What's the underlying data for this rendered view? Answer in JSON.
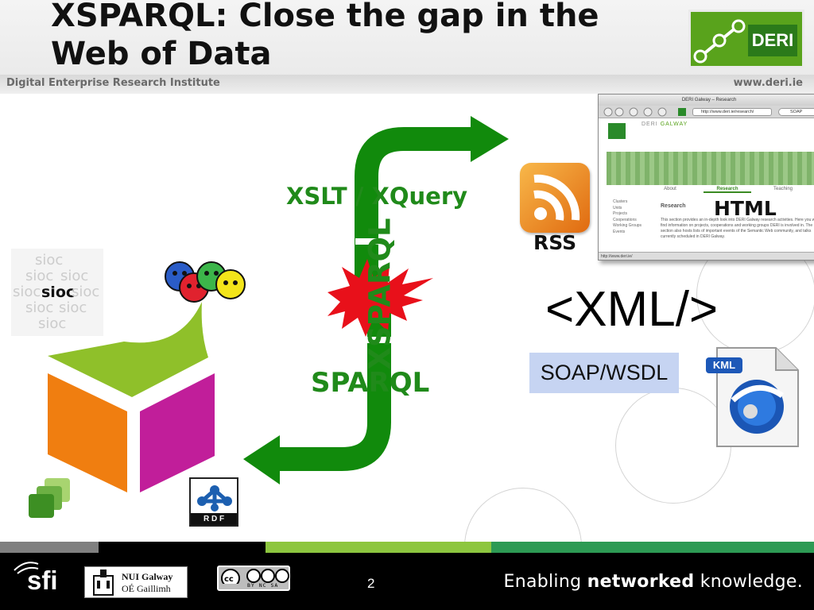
{
  "header": {
    "title": "XSPARQL: Close the gap in the Web of Data",
    "institute": "Digital Enterprise Research Institute",
    "url": "www.deri.ie",
    "logo_text": "DERI"
  },
  "diagram": {
    "xslt_label": "XSLT / XQuery",
    "sparql_label": "SPARQL",
    "xsparql_label": "XSPARQL",
    "rss_label": "RSS",
    "html_label": "HTML",
    "xml_label": "<XML/>",
    "soap_label": "SOAP/WSDL",
    "kml_badge": "KML",
    "rdf_badge": "R D F",
    "sioc_word": "sioc"
  },
  "browser": {
    "window_title": "DERI Galway – Research",
    "url": "http://www.deri.ie/research/",
    "search": "SOAP",
    "brand_prefix": "DERI",
    "brand": "GALWAY",
    "tabs": [
      "About",
      "Research",
      "Teaching"
    ],
    "sidebar": [
      "Clusters",
      "Units",
      "Projects",
      "Cooperations",
      "Working Groups",
      "Events"
    ],
    "heading": "Research",
    "body": "This section provides an in-depth look into DERI Galway research activities. Here you will find information on projects, cooperations and working groups DERI is involved in. The section also hosts lists of important events of the Semantic Web community, and talks currently scheduled in DERI Galway.",
    "status": "http://www.deri.ie/"
  },
  "footer": {
    "sfi": "sfi",
    "nui_name": "NUI Galway",
    "nui_irish": "OÉ Gaillimh",
    "cc_terms": "BY  NC  SA",
    "page_number": "2",
    "tagline_pre": "Enabling ",
    "tagline_bold": "networked",
    "tagline_post": " knowledge."
  },
  "colors": {
    "arrow_green": "#118a0c",
    "label_green": "#208a1a",
    "burst_red": "#e8101a",
    "rss_orange": "#f39a23",
    "soap_bg": "#c6d4f2",
    "cube_lime": "#8fc02a",
    "cube_orange": "#f07e10",
    "cube_magenta": "#c11e9a",
    "stripe": [
      "#808080",
      "#000000",
      "#8dc63f",
      "#2d9a54"
    ]
  }
}
